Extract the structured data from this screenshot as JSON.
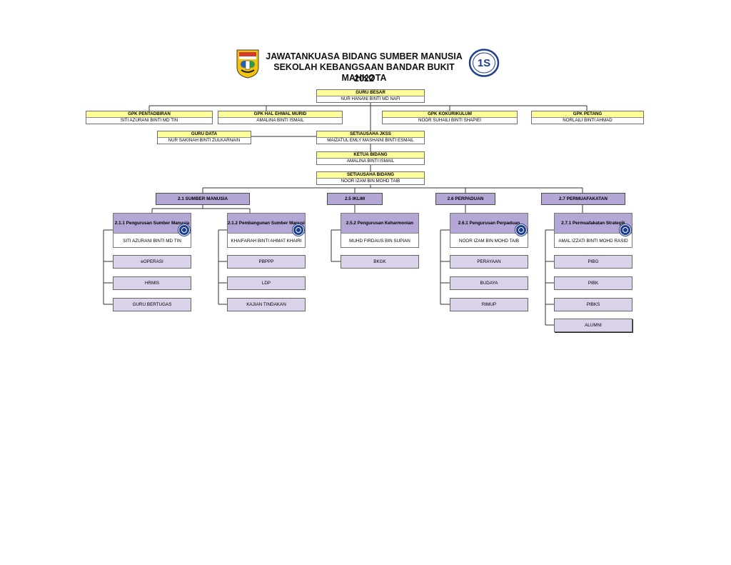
{
  "header": {
    "line1": "JAWATANKUASA BIDANG SUMBER MANUSIA",
    "line2": "SEKOLAH KEBANGSAAN BANDAR BUKIT MAHKOTA",
    "year": "2022"
  },
  "top": {
    "guru_besar": {
      "title": "GURU BESAR",
      "name": "NUR HANANI BINTI MD NAFI"
    },
    "gpk": [
      {
        "title": "GPK PENTADBIRAN",
        "name": "SITI AZURANI BINTI MD TIN"
      },
      {
        "title": "GPK HAL EHWAL MURID",
        "name": "AMALINA BINTI ISMAIL"
      },
      {
        "title": "GPK KOKURIKULUM",
        "name": "NOOR SUHAILI BINTI SHAPIEI"
      },
      {
        "title": "GPK PETANG",
        "name": "NORLAILI BINTI AHMAD"
      }
    ],
    "guru_data": {
      "title": "GURU DATA",
      "name": "NUR SAKINAH BINTI ZULKARNAIN"
    },
    "setiausaha_jkss": {
      "title": "SETIAUSAHA JKSS",
      "name": "MAIZATUL EMLY MASHAINI BINTI ESMAIL"
    },
    "ketua_bidang": {
      "title": "KETUA BIDANG",
      "name": "AMALINA BINTI ISMAIL"
    },
    "setiausaha_bidang": {
      "title": "SETIAUSAHA BIDANG",
      "name": "NOOR IZAM BIN MOHD TAIB"
    }
  },
  "sections": [
    "2.1 SUMBER MANUSIA",
    "2.5 IKLIM",
    "2.6 PERPADUAN",
    "2.7 PERMUAFAKATAN"
  ],
  "units": [
    {
      "title": "2.1.1 Pengurusan Sumber Manusia",
      "name": "SITI AZURANI BINTI MD TIN",
      "items": [
        "eOPERASI",
        "HRMIS",
        "GURU BERTUGAS"
      ]
    },
    {
      "title": "2.1.2 Pembangunan Sumber Manusia",
      "name": "KHAIFARAH BINTI AHMAT KHAIRI",
      "items": [
        "PBPPP",
        "LDP",
        "KAJIAN TINDAKAN"
      ]
    },
    {
      "title": "2.5.2 Pengurusan Keharmonian",
      "name": "MUHD FIRDAUS BIN SUPIAN",
      "items": [
        "BKGK"
      ]
    },
    {
      "title": "2.6.1 Pengurusan Perpaduan",
      "name": "NOOR IZAM BIN MOHD TAIB",
      "items": [
        "PERAYAAN",
        "BUDAYA",
        "RIMUP"
      ]
    },
    {
      "title": "2.7.1 Permuafakatan Strategik",
      "name": "AMAL IZZATI BINTI MOHD RASID",
      "items": [
        "PIBG",
        "PIBK",
        "PIBKS",
        "ALUMNI"
      ]
    }
  ],
  "colors": {
    "yellow_header": "#ffff99",
    "purple_section": "#b4a7d6",
    "purple_leaf": "#d9d2e9",
    "badge_blue": "#1d3f8f"
  },
  "icons": {
    "left_logo": "school-crest-icon",
    "right_logo": "1s-circle-logo-icon",
    "unit_badge": "1s-badge-icon"
  }
}
